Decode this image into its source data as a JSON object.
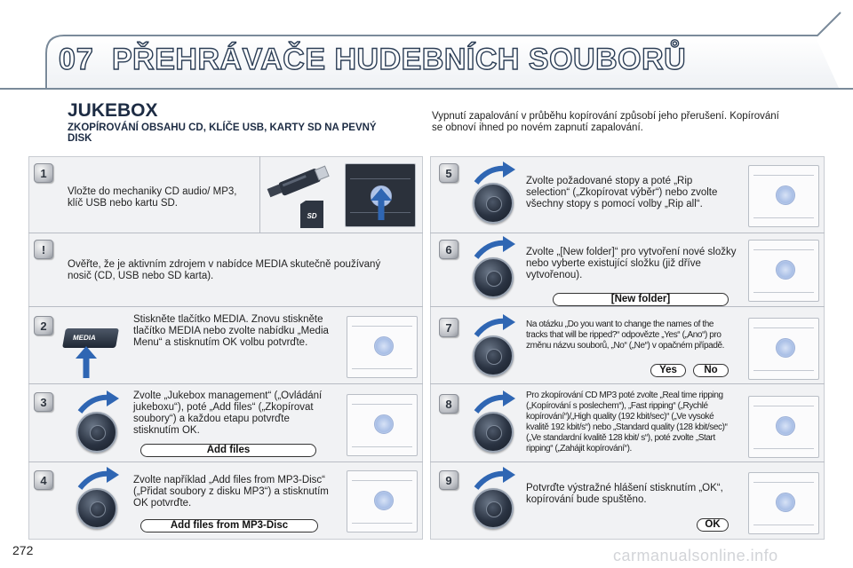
{
  "header": {
    "chapter": "07",
    "title": "PŘEHRÁVAČE HUDEBNÍCH SOUBORŮ"
  },
  "section": {
    "title": "JUKEBOX",
    "subtitle": "ZKOPÍROVÁNÍ OBSAHU CD, KLÍČE USB, KARTY SD NA PEVNÝ DISK",
    "note": "Vypnutí zapalování v průběhu kopírování způsobí jeho přerušení. Kopírování se obnoví ihned po novém zapnutí zapalování."
  },
  "steps": {
    "s1": {
      "badge": "1",
      "text": "Vložte do mechaniky CD audio/ MP3, klíč USB nebo kartu SD."
    },
    "warn": {
      "badge": "!",
      "text": "Ověřte, že je aktivním zdrojem v nabídce MEDIA skutečně používaný nosič (CD, USB nebo SD karta)."
    },
    "s2": {
      "badge": "2",
      "button": "MEDIA",
      "text": "Stiskněte tlačítko MEDIA. Znovu stiskněte tlačítko MEDIA nebo zvolte nabídku „Media Menu“ a stisknutím OK volbu potvrďte."
    },
    "s3": {
      "badge": "3",
      "text": "Zvolte „Jukebox management“ („Ovládání jukeboxu“), poté „Add files“ („Zkopírovat soubory“) a každou etapu potvrďte stisknutím OK.",
      "pill": "Add files"
    },
    "s4": {
      "badge": "4",
      "text": "Zvolte například „Add files from MP3-Disc“ („Přidat soubory z disku MP3“) a stisknutím OK potvrďte.",
      "pill": "Add files from MP3-Disc"
    },
    "s5": {
      "badge": "5",
      "text": "Zvolte požadované stopy a poté „Rip selection“ („Zkopírovat výběr“) nebo zvolte všechny stopy s pomocí volby „Rip all“."
    },
    "s6": {
      "badge": "6",
      "text": "Zvolte „[New folder]“ pro vytvoření nové složky nebo vyberte existující složku (již dříve vytvořenou).",
      "pill": "[New folder]"
    },
    "s7": {
      "badge": "7",
      "text": "Na otázku „Do you want to change the names of the tracks that will be ripped?“ odpovězte „Yes“ („Ano“) pro změnu názvu souborů, „No“ („Ne“) v opačném případě.",
      "pill_yes": "Yes",
      "pill_no": "No"
    },
    "s8": {
      "badge": "8",
      "text": "Pro zkopírování CD MP3 poté zvolte „Real time ripping („Kopírování s poslechem“), „Fast ripping“ („Rychlé kopírování“)/„High quality (192 kbit/sec)“ („Ve vysoké kvalitě 192 kbit/s“) nebo „Standard quality (128 kbit/sec)“ („Ve standardní kvalitě 128 kbit/ s“), poté zvolte „Start ripping“ („Zahájit kopírování“)."
    },
    "s9": {
      "badge": "9",
      "text": "Potvrďte výstražné hlášení stisknutím „OK“, kopírování bude spuštěno.",
      "pill": "OK"
    }
  },
  "page_number": "272",
  "footer": "carmanualsonline.info"
}
